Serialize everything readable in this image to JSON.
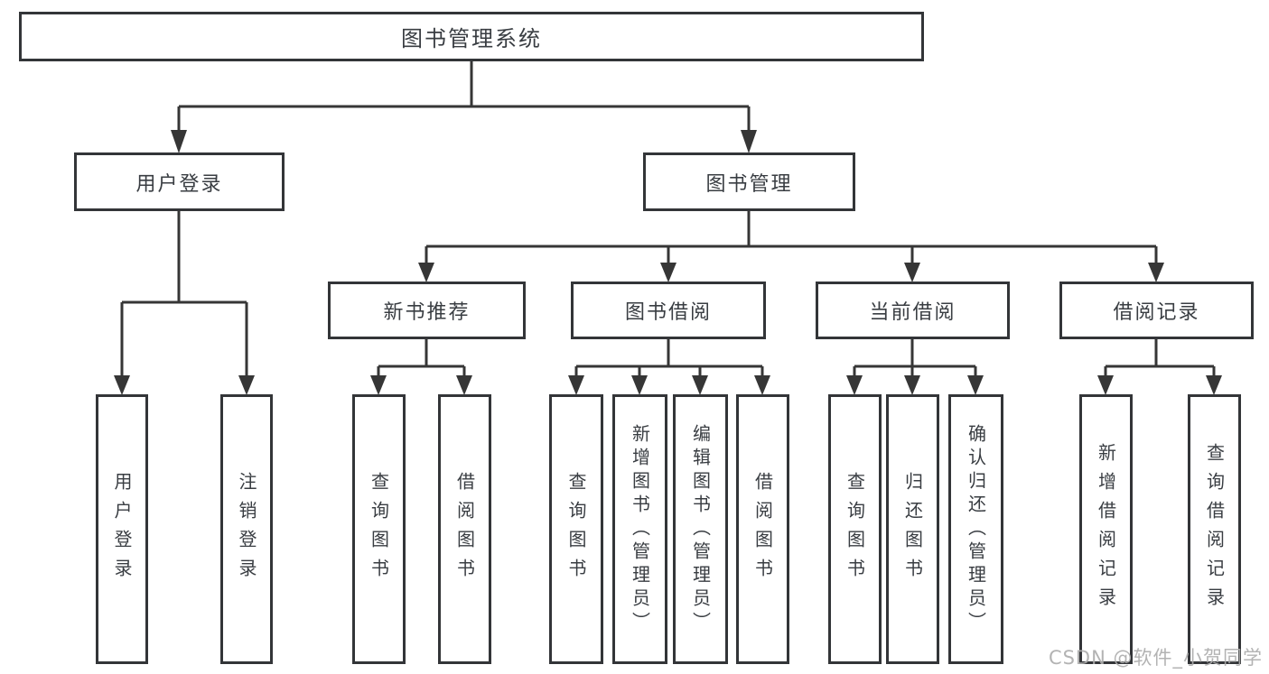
{
  "root": {
    "label": "图书管理系统"
  },
  "branches": [
    {
      "label": "用户登录",
      "children": [
        {
          "label": "用户登录"
        },
        {
          "label": "注销登录"
        }
      ]
    },
    {
      "label": "图书管理",
      "children": [
        {
          "label": "新书推荐",
          "children": [
            {
              "label": "查询图书"
            },
            {
              "label": "借阅图书"
            }
          ]
        },
        {
          "label": "图书借阅",
          "children": [
            {
              "label": "查询图书"
            },
            {
              "label": "新增图书（管理员）"
            },
            {
              "label": "编辑图书（管理员）"
            },
            {
              "label": "借阅图书"
            }
          ]
        },
        {
          "label": "当前借阅",
          "children": [
            {
              "label": "查询图书"
            },
            {
              "label": "归还图书"
            },
            {
              "label": "确认归还（管理员）"
            }
          ]
        },
        {
          "label": "借阅记录",
          "children": [
            {
              "label": "新增借阅记录"
            },
            {
              "label": "查询借阅记录"
            }
          ]
        }
      ]
    }
  ],
  "watermark": {
    "text": "CSDN @软件_小贺同学"
  },
  "colors": {
    "line": "#363636",
    "box_border": "#333538",
    "text": "#393d42",
    "background": "#ffffff",
    "watermark": "#acacac"
  }
}
